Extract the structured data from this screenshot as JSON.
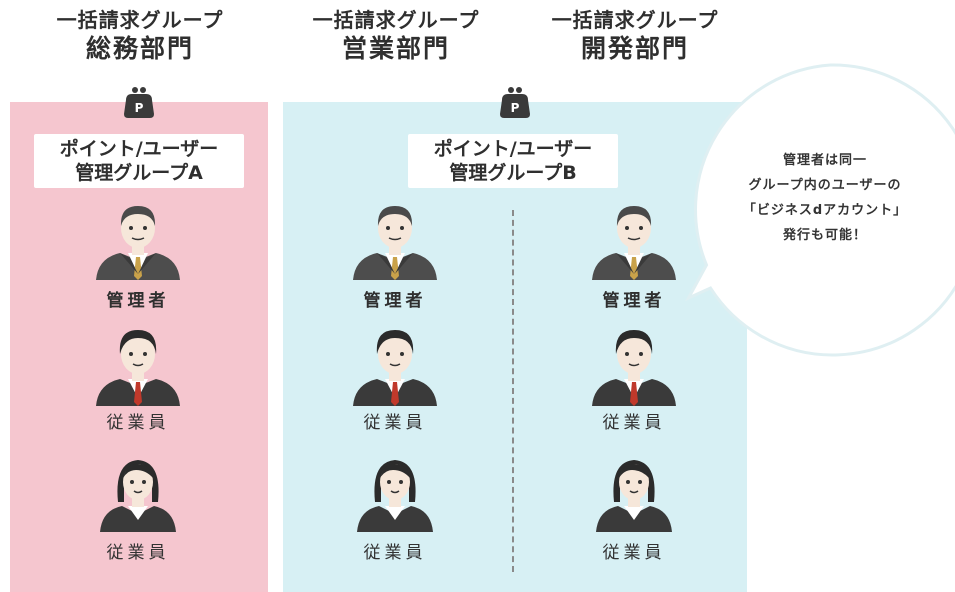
{
  "departments": [
    {
      "group_label": "一括請求グループ",
      "name": "総務部門"
    },
    {
      "group_label": "一括請求グループ",
      "name": "営業部門"
    },
    {
      "group_label": "一括請求グループ",
      "name": "開発部門"
    }
  ],
  "purse_icon_text": "P",
  "management_groups": [
    {
      "line1": "ポイント/ユーザー",
      "line2": "管理グループA"
    },
    {
      "line1": "ポイント/ユーザー",
      "line2": "管理グループB"
    }
  ],
  "roles": {
    "admin": "管理者",
    "staff": "従業員"
  },
  "speech_bubble": {
    "lines": [
      "管理者は同一",
      "グループ内のユーザーの",
      "「ビジネスdアカウント」",
      "発行も可能！"
    ]
  },
  "colors": {
    "group_a_bg": "#f5c6cf",
    "group_b_bg": "#d7f0f4",
    "text": "#2f2f2f",
    "tie": "#c0392b"
  }
}
